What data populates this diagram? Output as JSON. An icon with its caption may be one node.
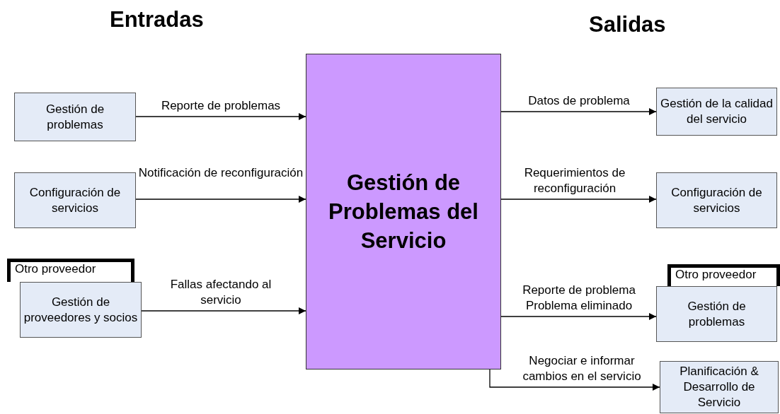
{
  "diagram": {
    "nodes": [
      {
        "text": [
          "Gestión de problemas"
        ]
      },
      {
        "text": [
          "Configuración de servicios"
        ]
      },
      {
        "text": [
          "Otro proveedor"
        ]
      },
      {
        "text": [
          "Gestión de proveedores y socios"
        ]
      },
      {
        "text": [
          "Gestión de Problemas del Servicio"
        ]
      },
      {
        "text": [
          "Gestión de la calidad del servicio"
        ]
      },
      {
        "text": [
          "Configuración de servicios"
        ]
      },
      {
        "text": [
          "Otro proveedor"
        ]
      },
      {
        "text": [
          "Gestión de problemas"
        ]
      },
      {
        "text": [
          "Planificación & Desarrollo de Servicio"
        ]
      }
    ],
    "edges": [
      {
        "from": 0,
        "to": 4,
        "arrow": "to",
        "label": "Reporte de problemas"
      },
      {
        "from": 1,
        "to": 4,
        "arrow": "to",
        "label": "Notificación de reconfiguración"
      },
      {
        "from": 3,
        "to": 4,
        "arrow": "to",
        "label": "Fallas afectando al servicio"
      },
      {
        "from": 4,
        "to": 5,
        "arrow": "to",
        "label": "Datos de problema"
      },
      {
        "from": 4,
        "to": 6,
        "arrow": "to",
        "label": "Requerimientos de reconfiguración"
      },
      {
        "from": 4,
        "to": 8,
        "arrow": "to",
        "label": "Reporte de problema Problema eliminado"
      },
      {
        "from": 4,
        "to": 9,
        "arrow": "to",
        "label": "Negociar e informar cambios en el servicio"
      }
    ],
    "labels": [
      "Entradas",
      "Salidas"
    ]
  }
}
